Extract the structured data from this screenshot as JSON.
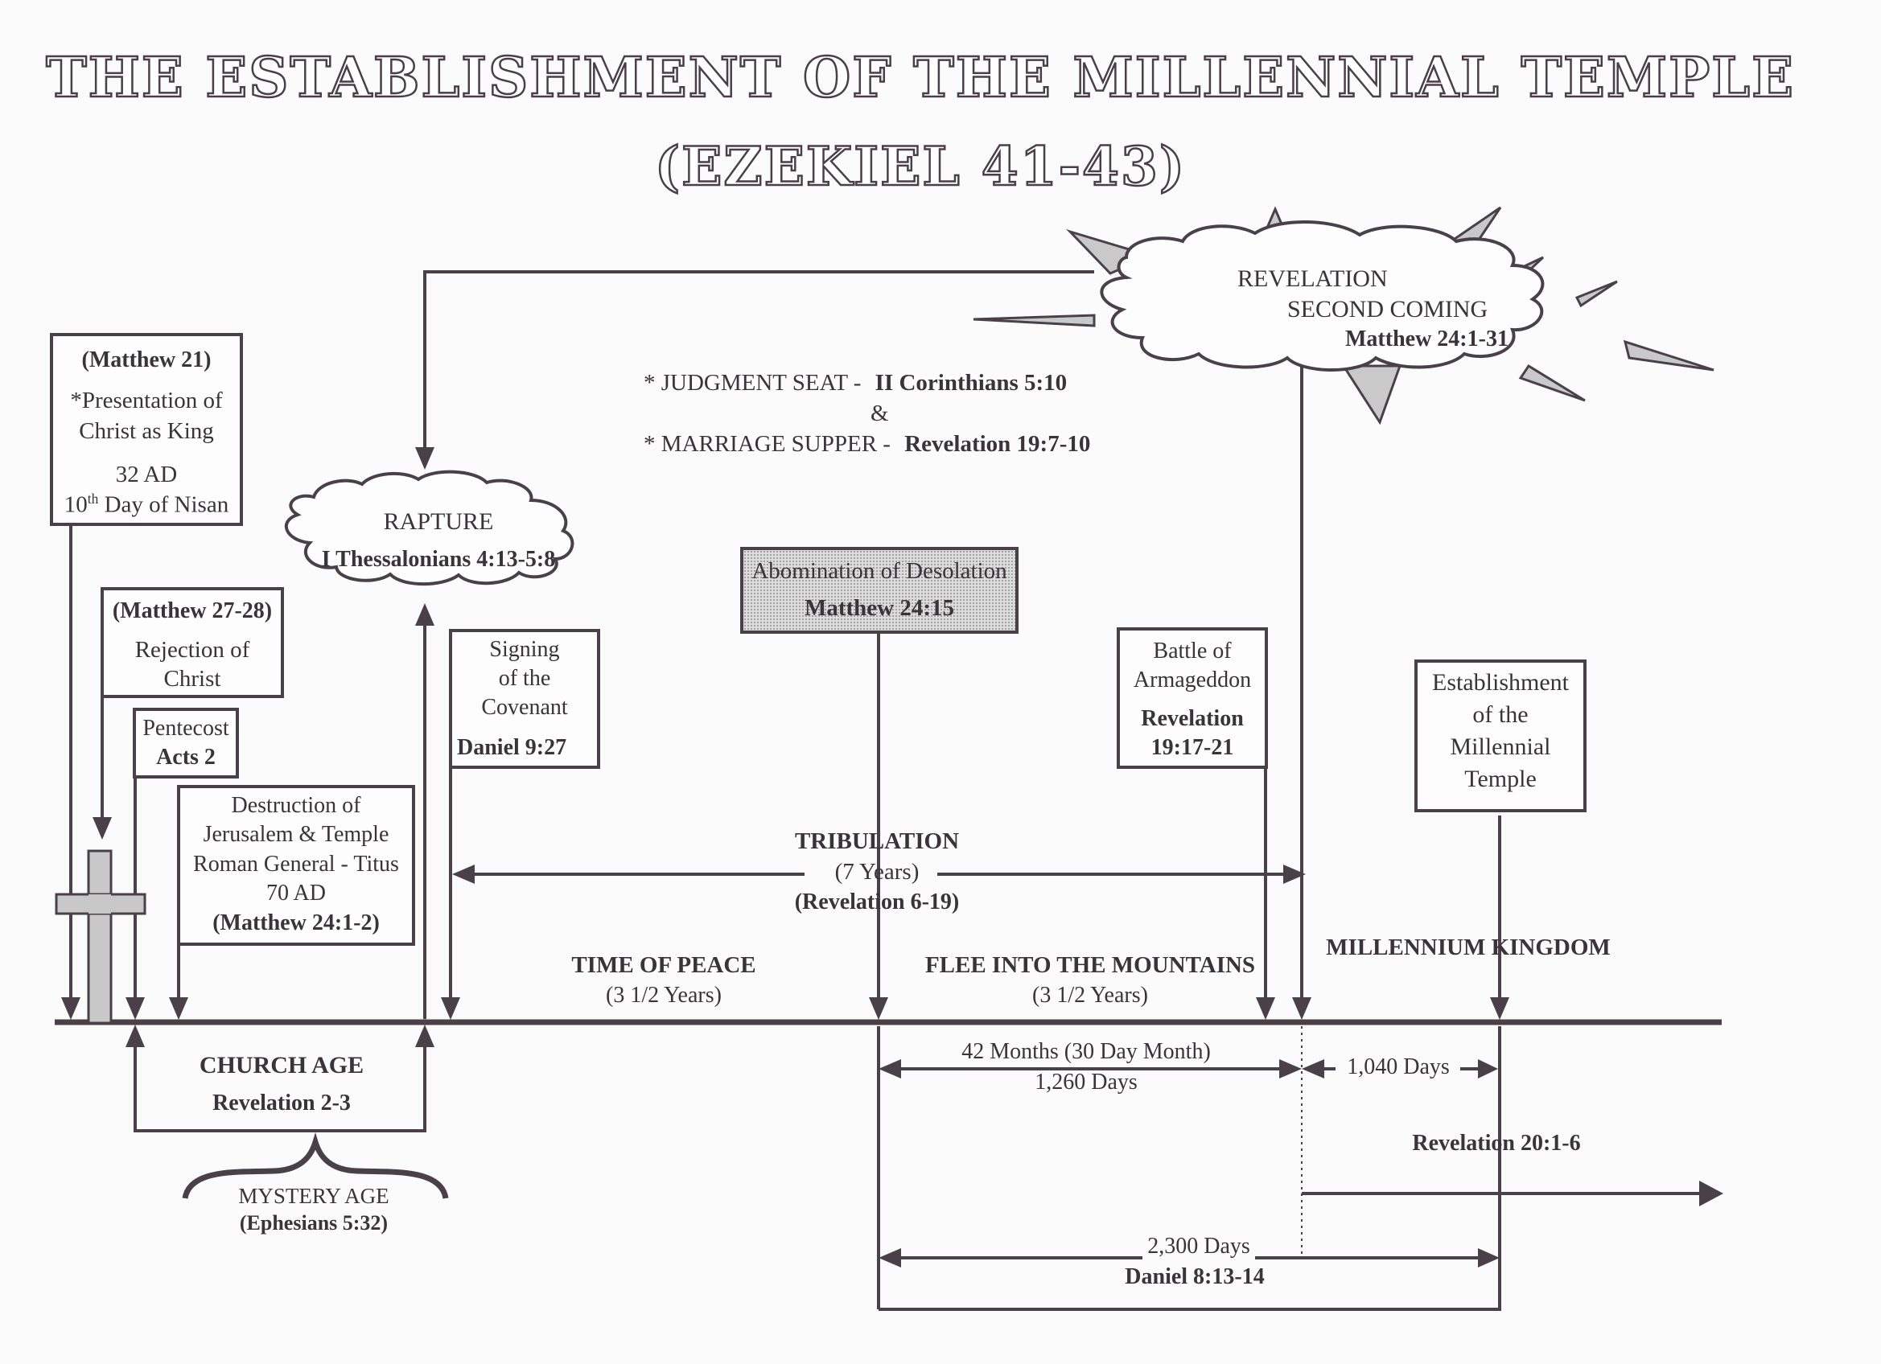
{
  "title": {
    "line1": "THE ESTABLISHMENT OF THE MILLENNIAL TEMPLE",
    "line2": "(EZEKIEL 41-43)"
  },
  "second_coming": {
    "line1": "REVELATION",
    "line2": "SECOND COMING",
    "ref": "Matthew 24:1-31"
  },
  "judgment": {
    "line1_prefix": "* JUDGMENT SEAT -",
    "line1_ref": "II Corinthians 5:10",
    "amp": "&",
    "line2_prefix": "* MARRIAGE SUPPER -",
    "line2_ref": "Revelation 19:7-10"
  },
  "presentation": {
    "ref": "(Matthew 21)",
    "line1": "*Presentation of",
    "line2": "Christ as King",
    "year": "32 AD",
    "day_num": "10",
    "day_sup": "th",
    "day_rest": "Day of Nisan"
  },
  "rapture": {
    "label": "RAPTURE",
    "ref": "I Thessalonians 4:13-5:8"
  },
  "rejection": {
    "ref": "(Matthew 27-28)",
    "line1": "Rejection of",
    "line2": "Christ"
  },
  "pentecost": {
    "line1": "Pentecost",
    "ref": "Acts 2"
  },
  "destruction": {
    "line1": "Destruction of",
    "line2": "Jerusalem & Temple",
    "line3": "Roman General - Titus",
    "year": "70 AD",
    "ref": "(Matthew 24:1-2)"
  },
  "covenant": {
    "line1": "Signing",
    "line2": "of the",
    "line3": "Covenant",
    "ref": "Daniel 9:27"
  },
  "abomination": {
    "line1": "Abomination of Desolation",
    "ref": "Matthew 24:15"
  },
  "armageddon": {
    "line1": "Battle of",
    "line2": "Armageddon",
    "ref1": "Revelation",
    "ref2": "19:17-21"
  },
  "temple": {
    "line1": "Establishment",
    "line2": "of the",
    "line3": "Millennial",
    "line4": "Temple"
  },
  "tribulation": {
    "label": "TRIBULATION",
    "years": "(7 Years)",
    "ref": "(Revelation 6-19)"
  },
  "peace": {
    "label": "TIME OF PEACE",
    "years": "(3 1/2 Years)"
  },
  "flee": {
    "label": "FLEE INTO THE MOUNTAINS",
    "years": "(3 1/2 Years)"
  },
  "millennium": {
    "label": "MILLENNIUM  KINGDOM",
    "ref": "Revelation 20:1-6"
  },
  "church_age": {
    "label": "CHURCH AGE",
    "ref": "Revelation 2-3"
  },
  "mystery_age": {
    "label": "MYSTERY AGE",
    "ref": "(Ephesians 5:32)"
  },
  "months": {
    "line1": "42 Months (30 Day Month)",
    "line2": "1,260 Days"
  },
  "days_1040": "1,040 Days",
  "days_2300": {
    "line1": "2,300 Days",
    "ref": "Daniel 8:13-14"
  },
  "colors": {
    "ink": "#4a4148",
    "text": "#3a3338",
    "paper": "#fbfbfb",
    "shade": "#c8c8c8"
  }
}
